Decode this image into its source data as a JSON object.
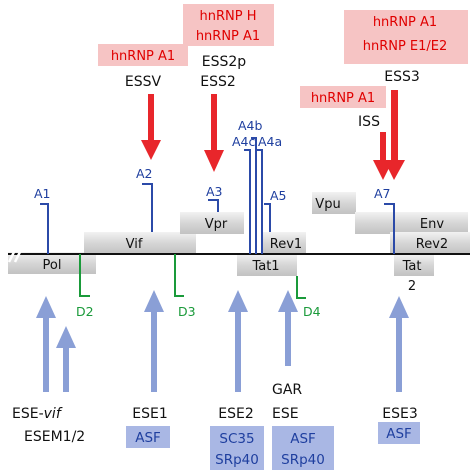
{
  "regulators_top": {
    "essv": {
      "proteins": [
        "hnRNP A1"
      ],
      "element": "ESSV"
    },
    "ess2": {
      "proteins": [
        "hnRNP H",
        "hnRNP A1"
      ],
      "elements": [
        "ESS2p",
        "ESS2"
      ]
    },
    "ess3": {
      "proteins": [
        "hnRNP A1",
        "hnRNP E1/E2"
      ],
      "element": "ESS3"
    },
    "iss": {
      "protein": "hnRNP A1",
      "element": "ISS"
    }
  },
  "acceptor_sites": {
    "a1": "A1",
    "a2": "A2",
    "a3": "A3",
    "a4c": "A4c",
    "a4b": "A4b",
    "a4a": "A4a",
    "a5": "A5",
    "a7": "A7"
  },
  "donor_sites": {
    "d2": "D2",
    "d3": "D3",
    "d4": "D4"
  },
  "genes": {
    "pol": "Pol",
    "vif": "Vif",
    "vpr": "Vpr",
    "rev1": "Rev1",
    "tat1": "Tat1",
    "vpu": "Vpu",
    "env": "Env",
    "rev2": "Rev2",
    "tat2_line1": "Tat",
    "tat2_line2": "2"
  },
  "enhancers": {
    "ese_vif": {
      "prefix": "ESE-",
      "italic": "vif",
      "line2": "ESEM1/2"
    },
    "ese1": {
      "label": "ESE1",
      "factors": [
        "ASF"
      ]
    },
    "ese2": {
      "label": "ESE2",
      "factors": [
        "SC35",
        "SRp40"
      ]
    },
    "gar": {
      "label_top": "GAR",
      "label": "ESE",
      "factors": [
        "ASF",
        "SRp40"
      ]
    },
    "ese3": {
      "label": "ESE3",
      "factors": [
        "ASF"
      ]
    }
  },
  "colors": {
    "red_arrow": "#e8262b",
    "red_box": "#f6c4c4",
    "red_text": "#e00000",
    "blue_arrow": "#8a9fd6",
    "blue_box": "#a9b7e4",
    "blue_line": "#2b4aa8",
    "green_line": "#1a9a3a",
    "gene_box": "#d9d9d9"
  }
}
